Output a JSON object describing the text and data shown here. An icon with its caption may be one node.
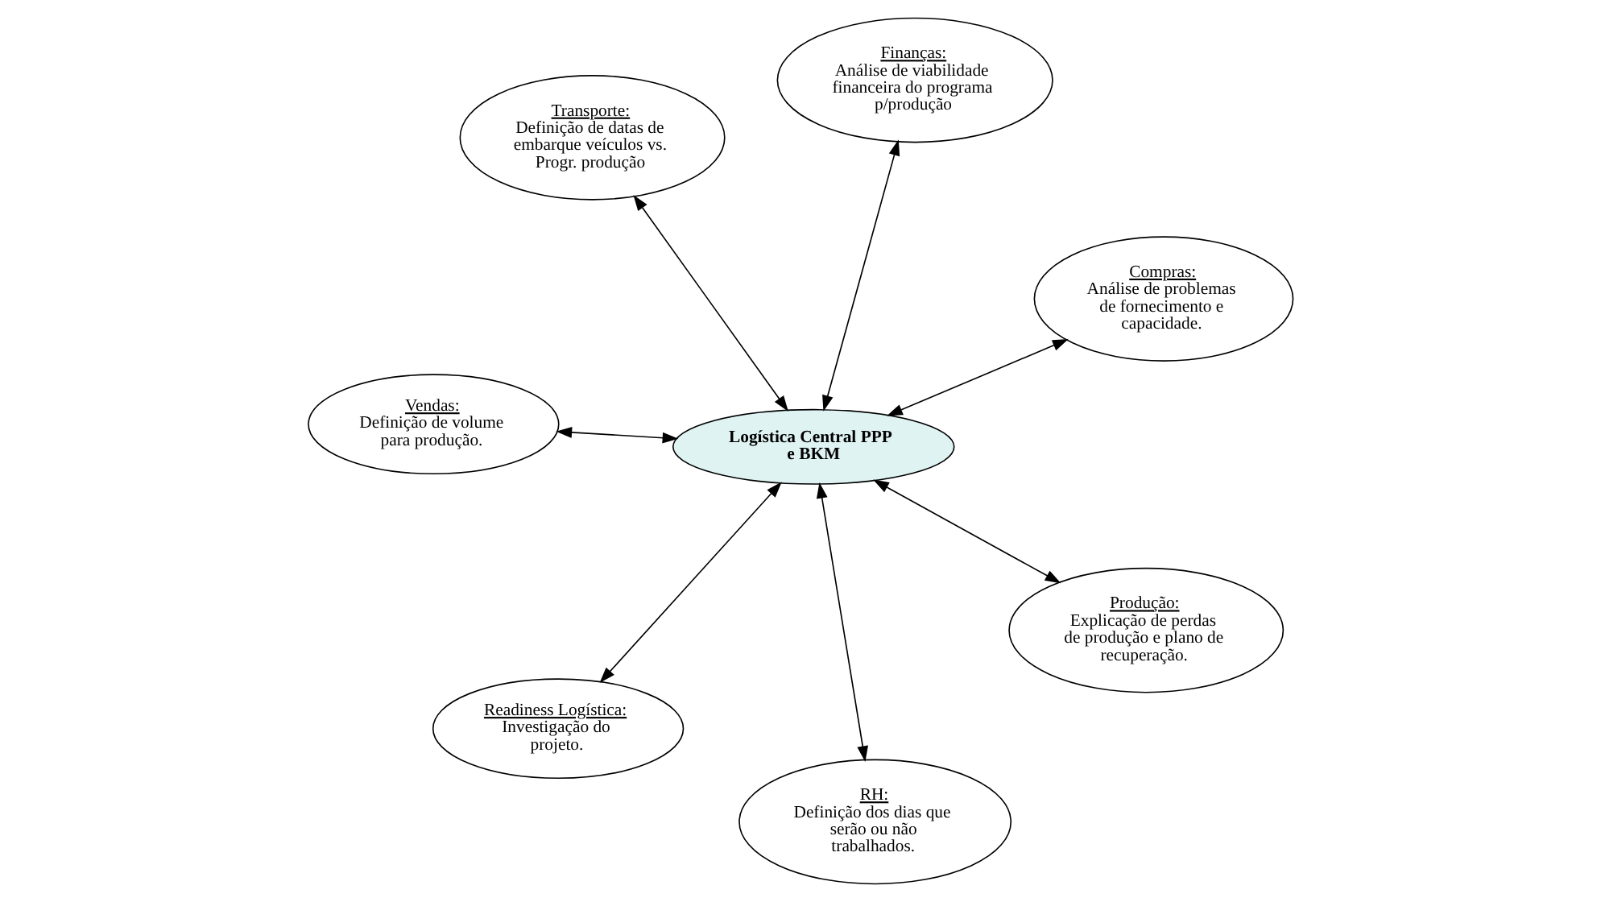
{
  "diagram": {
    "nodes": [
      {
        "text": [
          "Vendas:",
          "Definição de volume para produção."
        ]
      },
      {
        "text": [
          "Compras:",
          "Análise de problemas de fornecimento e capacidade."
        ]
      },
      {
        "text": [
          "RH:",
          "Definição dos dias que serão ou não trabalhados."
        ]
      },
      {
        "text": [
          "Finanças:",
          "Análise de viabilidade financeira do programa p/produção"
        ]
      },
      {
        "text": [
          "Logística Central PPP e BKM"
        ]
      },
      {
        "text": [
          "Transporte:",
          "Definição de datas de embarque veículos vs. Progr. produção"
        ]
      },
      {
        "text": [
          "Readiness Logística:",
          "Investigação do projeto."
        ]
      },
      {
        "text": [
          "Produção:",
          "Explicação de perdas de produção e plano de recuperação."
        ]
      }
    ],
    "edges": [
      {
        "from": 0,
        "to": 4,
        "arrow": "both"
      },
      {
        "from": 1,
        "to": 4,
        "arrow": "both"
      },
      {
        "from": 2,
        "to": 4,
        "arrow": "both"
      },
      {
        "from": 3,
        "to": 4,
        "arrow": "both"
      },
      {
        "from": 5,
        "to": 4,
        "arrow": "both"
      },
      {
        "from": 6,
        "to": 4,
        "arrow": "both"
      },
      {
        "from": 7,
        "to": 4,
        "arrow": "both"
      }
    ]
  }
}
